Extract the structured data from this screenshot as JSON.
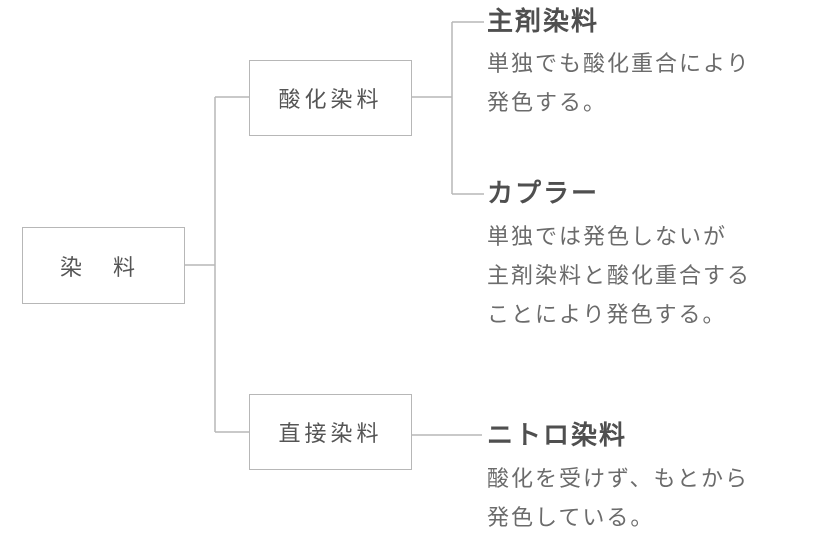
{
  "nodes": {
    "root": "染 料",
    "oxidation": "酸化染料",
    "direct": "直接染料"
  },
  "details": {
    "main_agent": {
      "title": "主剤染料",
      "lines": [
        "単独でも酸化重合により",
        "発色する。"
      ]
    },
    "coupler": {
      "title": "カプラー",
      "lines": [
        "単独では発色しないが",
        "主剤染料と酸化重合する",
        "ことにより発色する。"
      ]
    },
    "nitro": {
      "title": "ニトロ染料",
      "lines": [
        "酸化を受けず、もとから",
        "発色している。"
      ]
    }
  },
  "colors": {
    "line": "#b7b7b7",
    "text": "#666666",
    "title": "#4f4f4f"
  }
}
